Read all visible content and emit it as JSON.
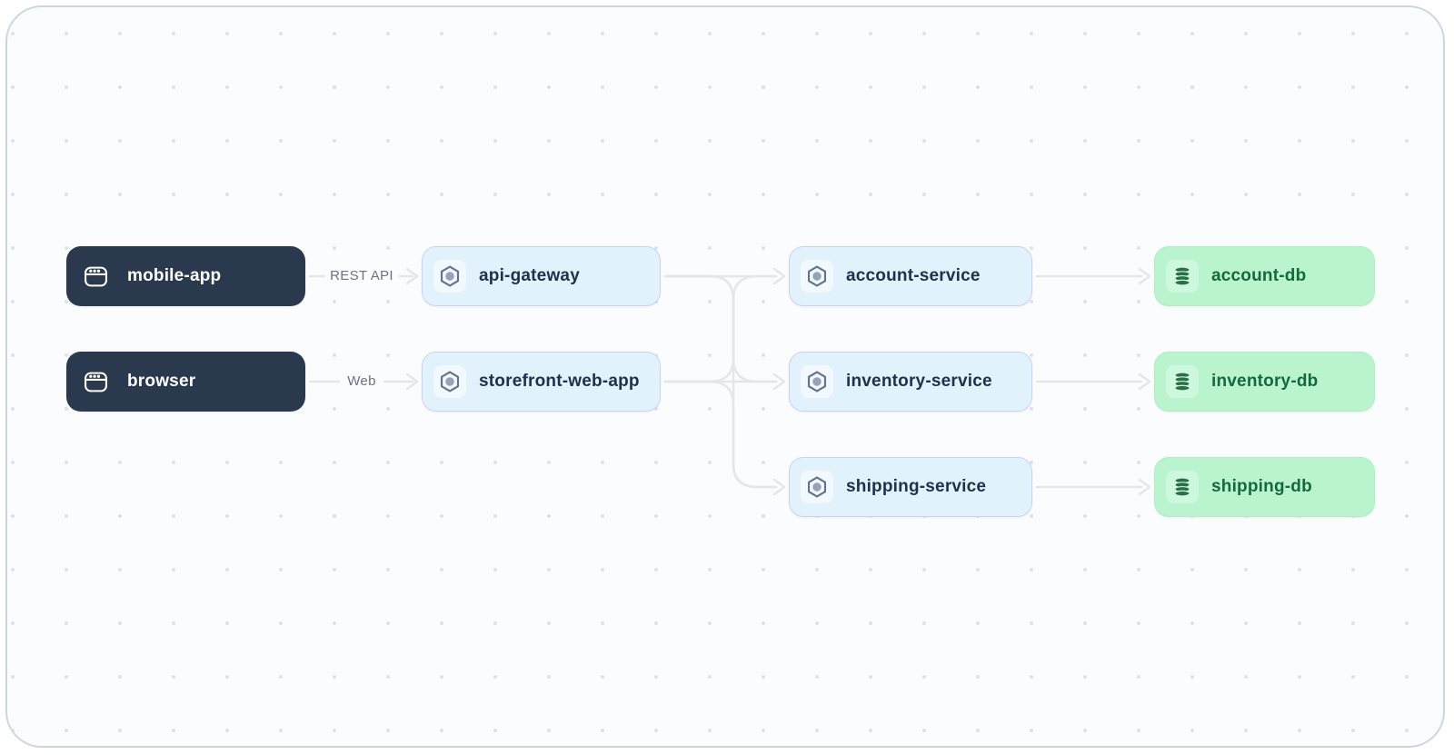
{
  "nodes": [
    {
      "id": "mobile-app",
      "label": "mobile-app",
      "type": "client"
    },
    {
      "id": "browser",
      "label": "browser",
      "type": "client"
    },
    {
      "id": "api-gateway",
      "label": "api-gateway",
      "type": "service"
    },
    {
      "id": "storefront-web-app",
      "label": "storefront-web-app",
      "type": "service"
    },
    {
      "id": "account-service",
      "label": "account-service",
      "type": "service"
    },
    {
      "id": "inventory-service",
      "label": "inventory-service",
      "type": "service"
    },
    {
      "id": "shipping-service",
      "label": "shipping-service",
      "type": "service"
    },
    {
      "id": "account-db",
      "label": "account-db",
      "type": "database"
    },
    {
      "id": "inventory-db",
      "label": "inventory-db",
      "type": "database"
    },
    {
      "id": "shipping-db",
      "label": "shipping-db",
      "type": "database"
    }
  ],
  "edges": [
    {
      "from": "mobile-app",
      "to": "api-gateway",
      "label": "REST API"
    },
    {
      "from": "browser",
      "to": "storefront-web-app",
      "label": "Web"
    },
    {
      "from": "api-gateway",
      "to": "account-service",
      "label": ""
    },
    {
      "from": "api-gateway",
      "to": "inventory-service",
      "label": ""
    },
    {
      "from": "api-gateway",
      "to": "shipping-service",
      "label": ""
    },
    {
      "from": "storefront-web-app",
      "to": "account-service",
      "label": ""
    },
    {
      "from": "storefront-web-app",
      "to": "inventory-service",
      "label": ""
    },
    {
      "from": "storefront-web-app",
      "to": "shipping-service",
      "label": ""
    },
    {
      "from": "account-service",
      "to": "account-db",
      "label": ""
    },
    {
      "from": "inventory-service",
      "to": "inventory-db",
      "label": ""
    },
    {
      "from": "shipping-service",
      "to": "shipping-db",
      "label": ""
    }
  ],
  "colors": {
    "client_node_bg": "#2a394e",
    "service_node_bg": "#e1f2fc",
    "service_node_border": "#c9d3f8",
    "database_node_bg": "#b9f4ce",
    "database_text": "#15693f",
    "edge": "#e3e7eb",
    "edge_label_text": "#6b7280",
    "canvas_bg": "#fbfcfd",
    "canvas_border": "#ccd6e2"
  }
}
